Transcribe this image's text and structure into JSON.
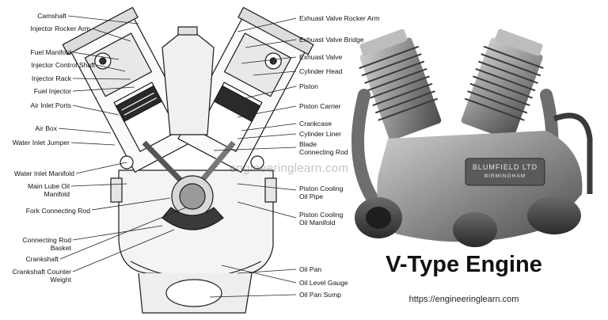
{
  "labels_left": [
    "Camshaft",
    "Injector Rocker Arm",
    "Fuel Manifold",
    "Injector Control Shaft",
    "Injector Rack",
    "Fuel Injector",
    "Air Inlet Ports",
    "Air Box",
    "Water Inlet Jumper",
    "Water Inlet Manifold",
    "Main Lube Oil\nManifold",
    "Fork Connecting Rod",
    "Connecting Rod\nBasket",
    "Crankshaft",
    "Crankshaft Counter\nWeight"
  ],
  "labels_right": [
    "Exhuast Valve Rocker Arm",
    "Exhuast Valve Bridge",
    "Exhuast Valve",
    "Cylinder Head",
    "Piston",
    "Piston Carrier",
    "Crankcase",
    "Cylinder Liner",
    "Blade\nConnecting Rod",
    "Piston Cooling\nOil Pipe",
    "Piston Cooling\nOil Manifold",
    "Oil Pan",
    "Oil Level Gauge",
    "Oil Pan Sump"
  ],
  "photo_plate_text": {
    "line1": "BLUMFIELD LTD",
    "line2": "BIRMINGHAM"
  },
  "title": "V-Type Engine",
  "url": "https://engineeringlearn.com",
  "watermark": "engineeringlearn.com"
}
